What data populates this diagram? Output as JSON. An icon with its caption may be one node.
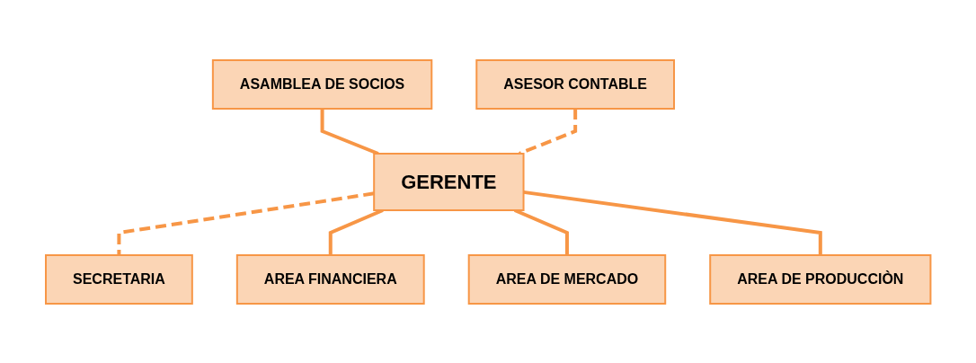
{
  "diagram": {
    "nodes": [
      {
        "text": [
          "ASAMBLEA DE SOCIOS"
        ]
      },
      {
        "text": [
          "GERENTE"
        ]
      },
      {
        "text": [
          "SECRETARIA"
        ]
      },
      {
        "text": [
          "ASESOR CONTABLE"
        ]
      },
      {
        "text": [
          "AREA FINANCIERA"
        ]
      },
      {
        "text": [
          "AREA DE MERCADO"
        ]
      },
      {
        "text": [
          "AREA DE PRODUCCIÒN"
        ]
      }
    ],
    "edges": [
      {
        "from": 0,
        "to": 1,
        "arrow": "none"
      },
      {
        "from": 1,
        "to": 2,
        "arrow": "none",
        "style": "dashed"
      },
      {
        "from": 3,
        "to": 1,
        "arrow": "none",
        "style": "dashed"
      },
      {
        "from": 1,
        "to": 4,
        "arrow": "none"
      },
      {
        "from": 1,
        "to": 5,
        "arrow": "none"
      },
      {
        "from": 1,
        "to": 6,
        "arrow": "none"
      }
    ]
  }
}
